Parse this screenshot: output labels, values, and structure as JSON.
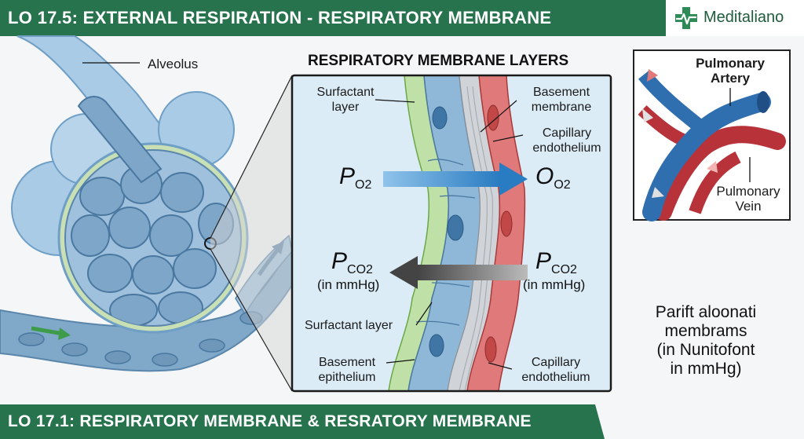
{
  "header": {
    "title": "LO 17.5: EXTERNAL RESPIRATION - RESPIRATORY MEMBRANE",
    "brand": "Meditaliano"
  },
  "footer": {
    "title": "LO 17.1: RESPIRATORY MEMBRANE & RESRATORY MEMBRANE"
  },
  "alveolus": {
    "label": "Alveolus"
  },
  "membrane_panel": {
    "title": "RESPIRATORY MEMBRANE LAYERS",
    "labels": {
      "surfactant_top": [
        "Surfactant",
        "layer"
      ],
      "basement_top": [
        "Basement",
        "membrane"
      ],
      "capillary_top": [
        "Capillary",
        "endothelium"
      ],
      "surfactant_bottom": "Surfactant layer",
      "basement_bottom": [
        "Basement",
        "epithelium"
      ],
      "capillary_bottom": [
        "Capillary",
        "endothelium"
      ]
    },
    "o2_left": {
      "symbol": "P",
      "sub": "O2"
    },
    "o2_right": {
      "symbol": "O",
      "sub": "O2"
    },
    "co2_left": {
      "symbol": "P",
      "sub": "CO2",
      "unit": "(in mmHg)"
    },
    "co2_right": {
      "symbol": "P",
      "sub": "CO2",
      "unit": "(in mmHg)"
    }
  },
  "vessels_panel": {
    "artery": [
      "Pulmonary",
      "Artery"
    ],
    "vein": [
      "Pulmonary",
      "Vein"
    ]
  },
  "note": [
    "Parift aloonati",
    "membrams",
    "(in Nunitofont",
    "in mmHg)"
  ],
  "colors": {
    "brand_green": "#26734d",
    "artery_blue": "#2f6fb0",
    "vein_red": "#b8323a",
    "o2_arrow": "#3a8fd0",
    "co2_arrow": "#555555"
  }
}
